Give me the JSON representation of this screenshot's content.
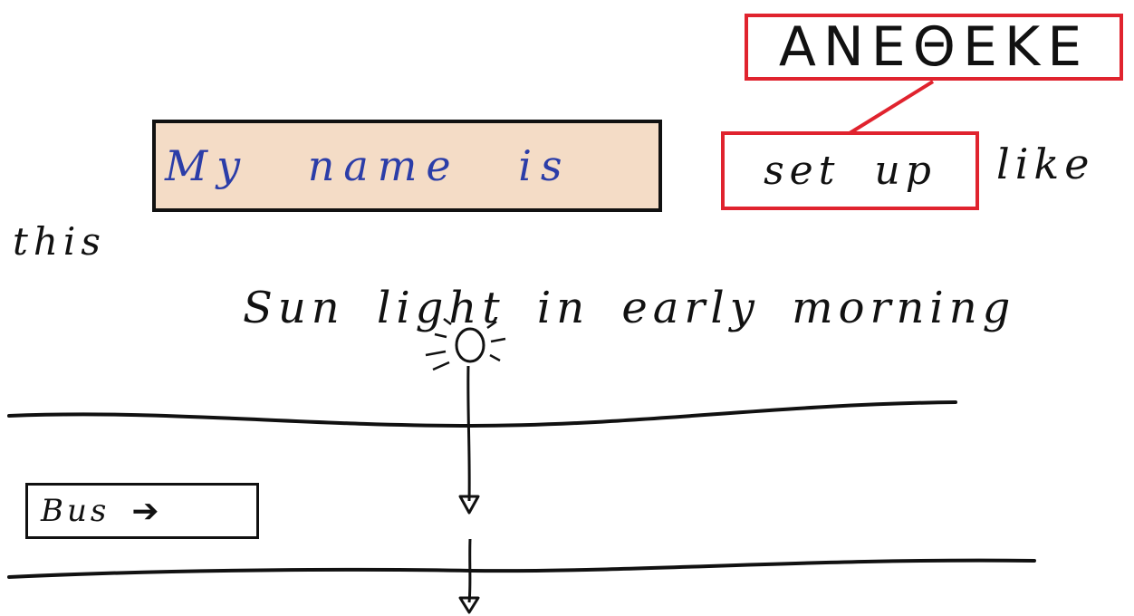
{
  "annotation": {
    "text": "ANEΘEKE"
  },
  "highlight_phrase": {
    "text": "My name is"
  },
  "boxed_phrase": {
    "text": "set up"
  },
  "words": {
    "like": "like",
    "this": "this",
    "sunlight_line": "Sun light in early morning"
  },
  "bus_label": {
    "text": "Bus",
    "arrow": "➔"
  },
  "colors": {
    "annotation_border": "#e0232e",
    "name_box_fill": "#f4dcc6",
    "name_text": "#2b3da8",
    "ink": "#111111"
  },
  "icons": [
    "sun-icon",
    "down-arrow-icon"
  ]
}
